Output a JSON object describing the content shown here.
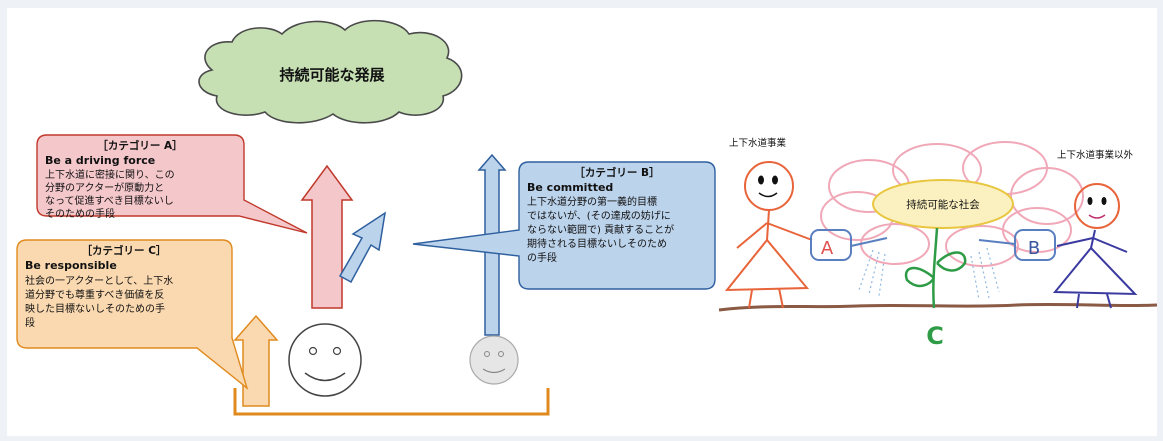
{
  "left_diagram": {
    "cloud_label": "持続可能な発展",
    "category_a": {
      "heading": "［カテゴリー A］",
      "name": "Be a driving force",
      "lines": [
        "上下水道に密接に関り、この",
        "分野のアクターが原動力と",
        "なって促進すべき目標ないし",
        "そのための手段"
      ]
    },
    "category_b": {
      "heading": "［カテゴリー B］",
      "name": "Be committed",
      "lines": [
        "上下水道分野の第一義的目標",
        "ではないが、(その達成の妨げに",
        "ならない範囲で) 貢献することが",
        "期待される目標ないしそのため",
        "の手段"
      ]
    },
    "category_c": {
      "heading": "［カテゴリー C］",
      "name": "Be responsible",
      "lines": [
        "社会の一アクターとして、上下水",
        "道分野でも尊重すべき価値を反",
        "映した目標ないしそのための手",
        "段"
      ]
    },
    "colors": {
      "a_fill": "#f4c7cb",
      "a_stroke": "#c0392b",
      "b_fill": "#bcd3ec",
      "b_stroke": "#2e5f9e",
      "c_fill": "#fad9b1",
      "c_stroke": "#e08a1e",
      "cloud_fill": "#c6e0b4",
      "cloud_stroke": "#4a4a4a"
    }
  },
  "right_drawing": {
    "left_person_label": "上下水道事業",
    "right_person_label": "上下水道事業以外",
    "flower_center_label": "持続可能な社会",
    "can_a_letter": "A",
    "can_b_letter": "B",
    "stem_letter": "C",
    "colors": {
      "a": "#e05050",
      "b": "#3a55a0",
      "c": "#2e9c46"
    }
  }
}
